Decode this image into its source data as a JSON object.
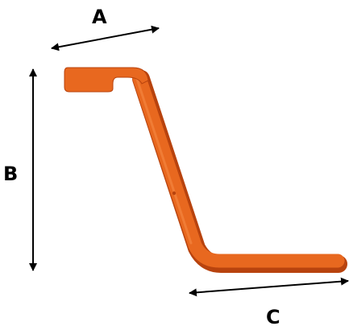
{
  "labels": {
    "a": "A",
    "b": "B",
    "c": "C"
  },
  "colors": {
    "part": "#E8681F",
    "part_shadow": "#B8430E",
    "part_highlight": "#F58A45",
    "arrow": "#000000",
    "background": "#FFFFFF"
  }
}
